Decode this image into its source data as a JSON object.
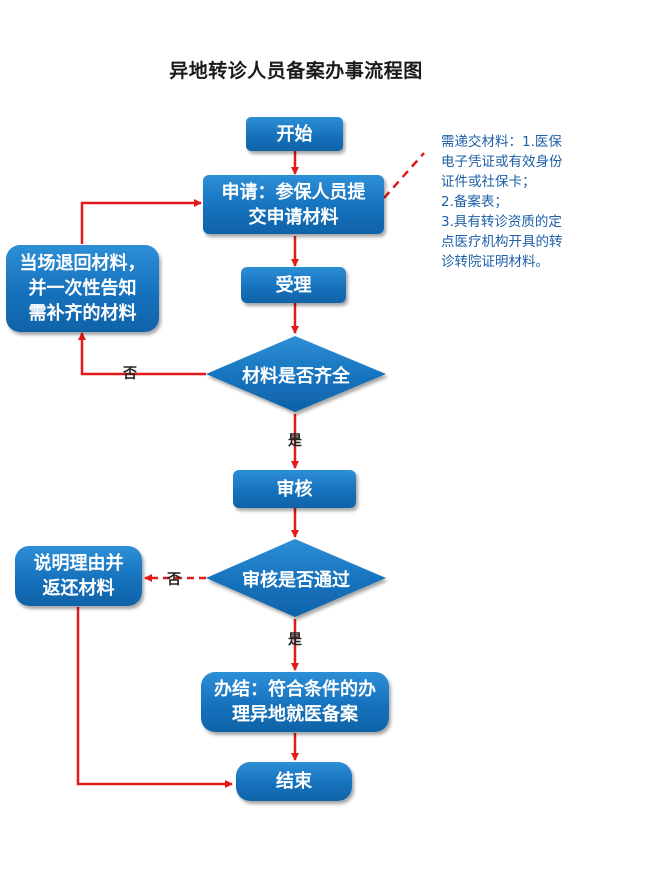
{
  "title": "异地转诊人员备案办事流程图",
  "colors": {
    "node_fill": "#1672bd",
    "arrow": "#e31a1a",
    "note_text": "#1d5fa8",
    "title_text": "#1a1a1a"
  },
  "nodes": {
    "start": "开始",
    "apply": "申请：参保人员提\n交申请材料",
    "accept": "受理",
    "complete_check": "材料是否齐全",
    "return_materials": "当场退回材料，\n并一次性告知\n需补齐的材料",
    "review": "审核",
    "review_pass": "审核是否通过",
    "explain": "说明理由并\n返还材料",
    "conclude": "办结：符合条件的办\n理异地就医备案",
    "end": "结束"
  },
  "edge_labels": {
    "no_1": "否",
    "yes_1": "是",
    "no_2": "否",
    "yes_2": "是"
  },
  "note": {
    "lines": [
      "需递交材料：1.医保\n电子凭证或有效身份\n证件或社保卡；",
      "2.备案表；",
      "3.具有转诊资质的定\n点医疗机构开具的转\n诊转院证明材料。"
    ]
  }
}
